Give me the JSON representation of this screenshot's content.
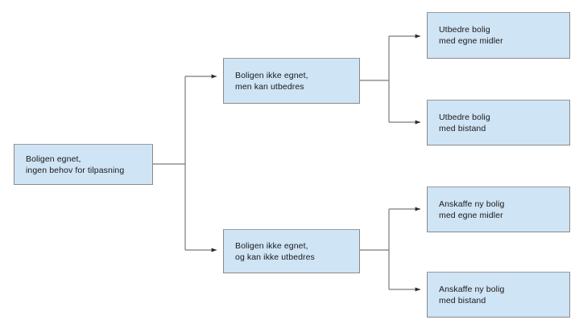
{
  "diagram": {
    "type": "decision-tree-flowchart",
    "orientation": "left-to-right",
    "language": "Norwegian",
    "style": {
      "node_fill": "#cfe4f5",
      "node_border": "#8a8a8a",
      "connector_color": "#7a7a7a",
      "text_color": "#1a1a1a",
      "background": "#ffffff"
    },
    "nodes": [
      {
        "id": "root",
        "line1": "Boligen egnet,",
        "line2": "ingen behov for tilpasning"
      },
      {
        "id": "upgradable",
        "line1": "Boligen ikke egnet,",
        "line2": "men kan utbedres"
      },
      {
        "id": "not_upgradable",
        "line1": "Boligen ikke egnet,",
        "line2": "og kan ikke utbedres"
      },
      {
        "id": "upgrade_own",
        "line1": "Utbedre bolig",
        "line2": "med egne midler"
      },
      {
        "id": "upgrade_aid",
        "line1": "Utbedre bolig",
        "line2": "med bistand"
      },
      {
        "id": "acquire_own",
        "line1": "Anskaffe ny bolig",
        "line2": "med egne midler"
      },
      {
        "id": "acquire_aid",
        "line1": "Anskaffe ny bolig",
        "line2": "med bistand"
      }
    ],
    "edges": [
      {
        "from": "root",
        "to": "upgradable"
      },
      {
        "from": "root",
        "to": "not_upgradable"
      },
      {
        "from": "upgradable",
        "to": "upgrade_own"
      },
      {
        "from": "upgradable",
        "to": "upgrade_aid"
      },
      {
        "from": "not_upgradable",
        "to": "acquire_own"
      },
      {
        "from": "not_upgradable",
        "to": "acquire_aid"
      }
    ]
  }
}
